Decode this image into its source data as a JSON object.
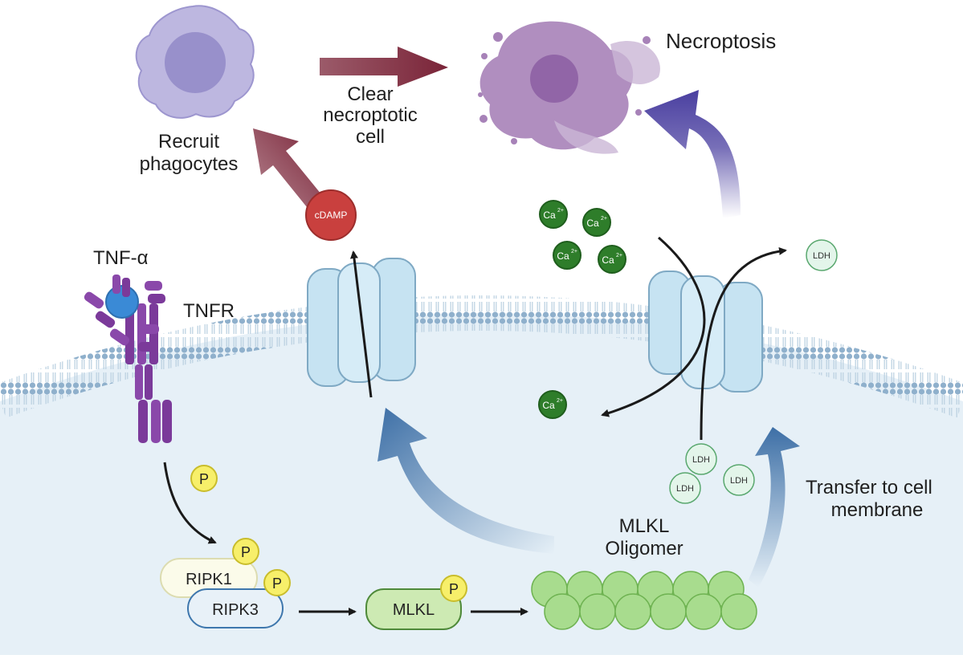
{
  "labels": {
    "necroptosis": "Necroptosis",
    "clear_line1": "Clear",
    "clear_line2": "necroptotic",
    "clear_line3": "cell",
    "recruit_line1": "Recruit",
    "recruit_line2": "phagocytes",
    "tnf_alpha": "TNF-α",
    "tnfr": "TNFR",
    "mlkl_oligomer_line1": "MLKL",
    "mlkl_oligomer_line2": "Oligomer",
    "transfer_line1": "Transfer to cell",
    "transfer_line2": "membrane",
    "ripk1": "RIPK1",
    "ripk3": "RIPK3",
    "mlkl": "MLKL",
    "cdamp": "cDAMP",
    "ldh": "LDH",
    "ca": "Ca",
    "ca_charge": "2+",
    "phospho": "P"
  },
  "colors": {
    "cytoplasm": "#e6f0f7",
    "membrane_head": "#8fb0cc",
    "channel": "#c6e3f2",
    "channel_stroke": "#7fa9c4",
    "dark_red_arrow": "#7a2438",
    "purple_arrow": "#4a3fa0",
    "blue_arrow": "#3d6fa6",
    "calcium": "#2e7d2a",
    "ldh_fill": "#e3f5ea",
    "phospho_fill": "#f7ef6a",
    "mlkl_fill": "#cdeab3",
    "oligomer_fill": "#a8dc8e",
    "cdamp_fill": "#c9403e",
    "receptor": "#7b3a9a",
    "tnf": "#3a8ad6"
  }
}
